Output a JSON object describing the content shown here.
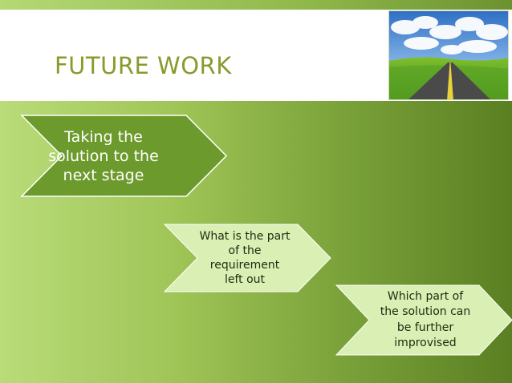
{
  "slide": {
    "title": "FUTURE WORK",
    "image": {
      "icon": "road-landscape-photo"
    },
    "steps": [
      {
        "label": "Taking the\nsolution to the\nnext stage"
      },
      {
        "label": "What is the part\nof the\nrequirement\nleft out"
      },
      {
        "label": "Which part of\nthe solution can\nbe further\nimprovised"
      }
    ]
  },
  "colors": {
    "title": "#8a9a2c",
    "step1_fill": "#6d9a2c",
    "step_light_fill": "#d9efb4",
    "background_left": "#b9dc79",
    "background_right": "#5a7f22"
  }
}
